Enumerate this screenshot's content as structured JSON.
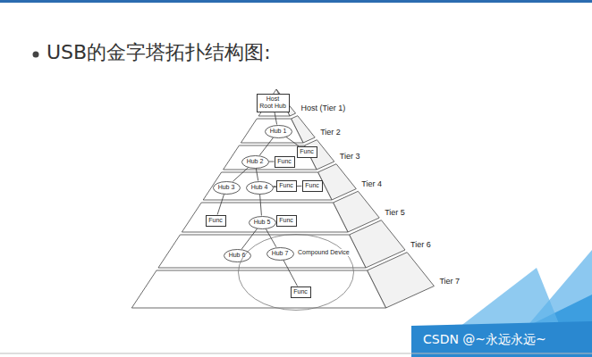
{
  "diagram": {
    "title": "USB的金字塔拓扑结构图:",
    "nodes": [
      {
        "text": [
          "Host",
          "Root Hub"
        ]
      },
      {
        "text": [
          "Hub 1"
        ]
      },
      {
        "text": [
          "Hub 2"
        ]
      },
      {
        "text": [
          "Func"
        ]
      },
      {
        "text": [
          "Func"
        ]
      },
      {
        "text": [
          "Hub 3"
        ]
      },
      {
        "text": [
          "Hub 4"
        ]
      },
      {
        "text": [
          "Func"
        ]
      },
      {
        "text": [
          "Func"
        ]
      },
      {
        "text": [
          "Func"
        ]
      },
      {
        "text": [
          "Hub 5"
        ]
      },
      {
        "text": [
          "Func"
        ]
      },
      {
        "text": [
          "Hub 6"
        ]
      },
      {
        "text": [
          "Compound Device"
        ]
      },
      {
        "text": [
          "Hub 7"
        ],
        "in": 13
      },
      {
        "text": [
          "Func"
        ],
        "in": 13
      }
    ],
    "edges": [
      {
        "from": 0,
        "to": 1,
        "arrow": "none"
      },
      {
        "from": 1,
        "to": 2,
        "arrow": "none"
      },
      {
        "from": 1,
        "to": 4,
        "arrow": "none"
      },
      {
        "from": 2,
        "to": 3,
        "arrow": "none"
      },
      {
        "from": 2,
        "to": 5,
        "arrow": "none"
      },
      {
        "from": 2,
        "to": 6,
        "arrow": "none"
      },
      {
        "from": 6,
        "to": 7,
        "arrow": "none"
      },
      {
        "from": 6,
        "to": 8,
        "arrow": "none"
      },
      {
        "from": 5,
        "to": 9,
        "arrow": "none"
      },
      {
        "from": 6,
        "to": 10,
        "arrow": "none"
      },
      {
        "from": 10,
        "to": 11,
        "arrow": "none"
      },
      {
        "from": 10,
        "to": 12,
        "arrow": "none"
      },
      {
        "from": 10,
        "to": 14,
        "arrow": "none"
      },
      {
        "from": 14,
        "to": 15,
        "arrow": "none"
      }
    ],
    "labels": [
      "Host (Tier 1)",
      "Tier 2",
      "Tier 3",
      "Tier 4",
      "Tier 5",
      "Tier 6",
      "Tier 7",
      "CSDN @~永远永远~"
    ]
  }
}
